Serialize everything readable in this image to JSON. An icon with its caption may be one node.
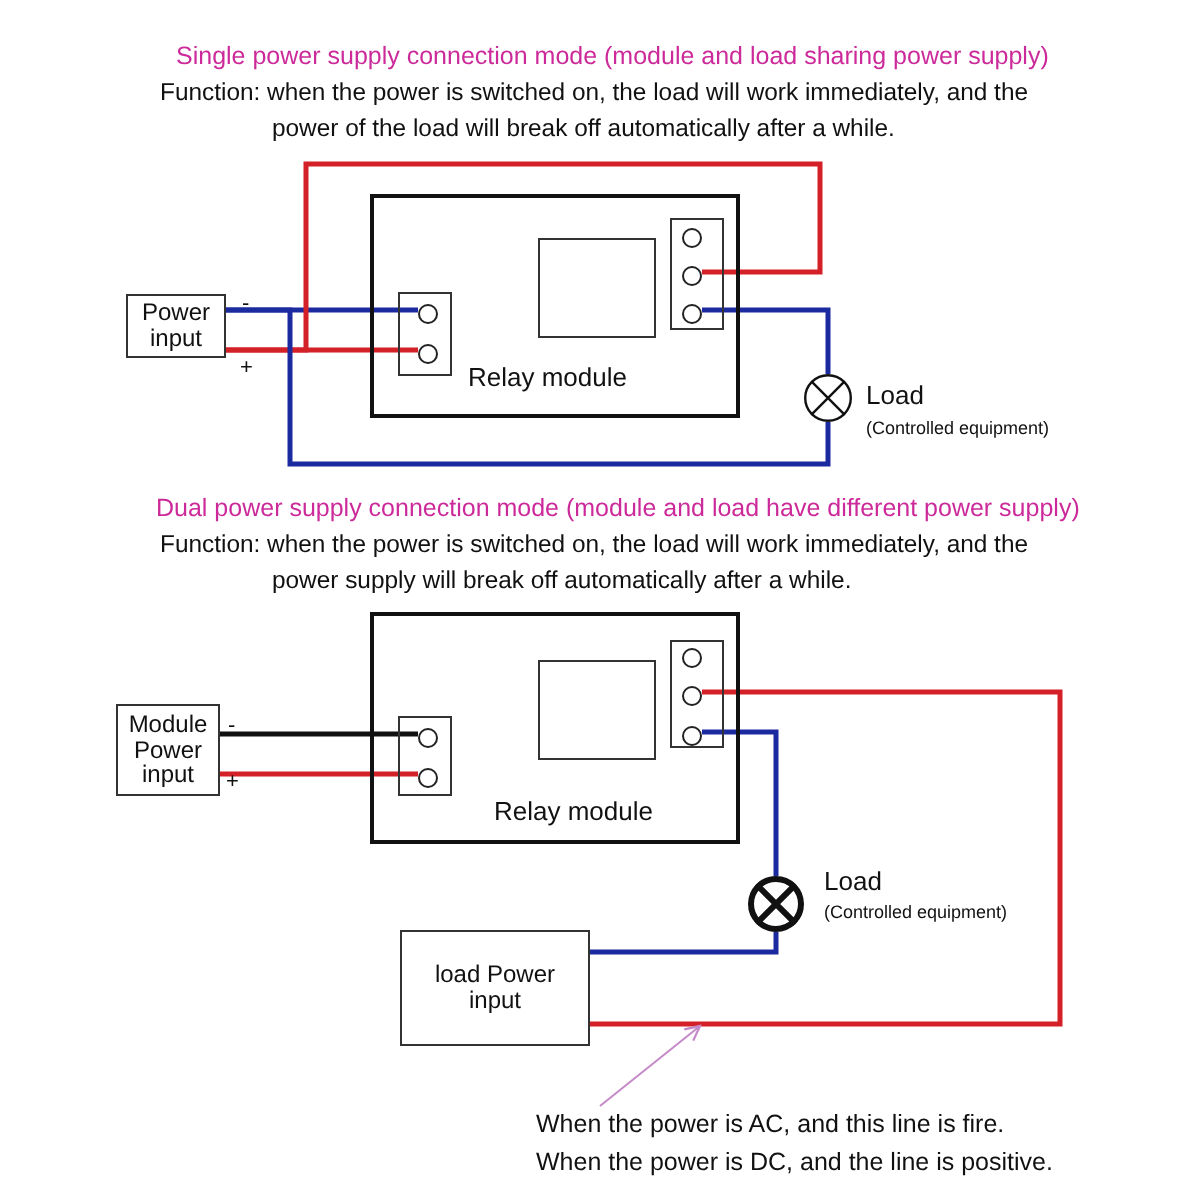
{
  "diagram": {
    "nodes": [
      {
        "text": [
          "Power input"
        ]
      },
      {
        "text": [
          "Relay module"
        ]
      },
      {
        "text": [],
        "shape": "circle",
        "in": 1
      },
      {
        "text": [],
        "shape": "circle",
        "in": 1
      },
      {
        "text": [],
        "shape": "circle",
        "in": 1
      },
      {
        "text": [],
        "shape": "circle",
        "in": 1
      },
      {
        "text": [],
        "shape": "circle",
        "in": 1
      },
      {
        "text": [],
        "shape": "circle",
        "beside": [
          "Load",
          "(Controlled equipment)"
        ]
      },
      {
        "text": [
          "Module Power input"
        ]
      },
      {
        "text": [
          "Relay module"
        ]
      },
      {
        "text": [],
        "shape": "circle",
        "in": 9
      },
      {
        "text": [],
        "shape": "circle",
        "in": 9
      },
      {
        "text": [],
        "shape": "circle",
        "in": 9
      },
      {
        "text": [],
        "shape": "circle",
        "in": 9
      },
      {
        "text": [],
        "shape": "circle",
        "in": 9
      },
      {
        "text": [],
        "shape": "circle",
        "beside": [
          "Load",
          "(Controlled equipment)"
        ]
      },
      {
        "text": [
          "load Power input"
        ]
      },
      {
        "text": [
          "When the power is AC, and this line is fire. When the power is DC, and the line is positive."
        ]
      }
    ],
    "edges": [
      {
        "from": 0,
        "to": 2,
        "arrow": "none",
        "color": "#1c2aa0"
      },
      {
        "from": 0,
        "to": 3,
        "arrow": "none",
        "color": "#d42027"
      },
      {
        "from": 0,
        "to": 5,
        "arrow": "none",
        "color": "#d42027"
      },
      {
        "from": 0,
        "to": 7,
        "arrow": "none",
        "color": "#1c2aa0"
      },
      {
        "from": 6,
        "to": 7,
        "arrow": "none",
        "color": "#1c2aa0"
      },
      {
        "from": 8,
        "to": 10,
        "arrow": "none",
        "color": "#111111"
      },
      {
        "from": 8,
        "to": 11,
        "arrow": "none",
        "color": "#d42027"
      },
      {
        "from": 14,
        "to": 15,
        "arrow": "none",
        "color": "#1c2aa0"
      },
      {
        "from": 15,
        "to": 16,
        "arrow": "none",
        "color": "#1c2aa0"
      },
      {
        "from": 13,
        "to": 16,
        "arrow": "none",
        "color": "#d42027"
      },
      {
        "from": 17,
        "to": null,
        "arrow": "to",
        "color": "#c58ac8"
      }
    ],
    "labels": [
      "Single power supply connection mode (module and load sharing power supply)",
      "Function: when the power is switched on, the load will work immediately, and the power of the load will break off automatically after a while.",
      "-",
      "+",
      "Dual power supply connection mode (module and load have different power supply)",
      "Function: when the power is switched on, the load will work immediately, and the power supply will break off automatically after a while.",
      "-",
      "+"
    ]
  }
}
